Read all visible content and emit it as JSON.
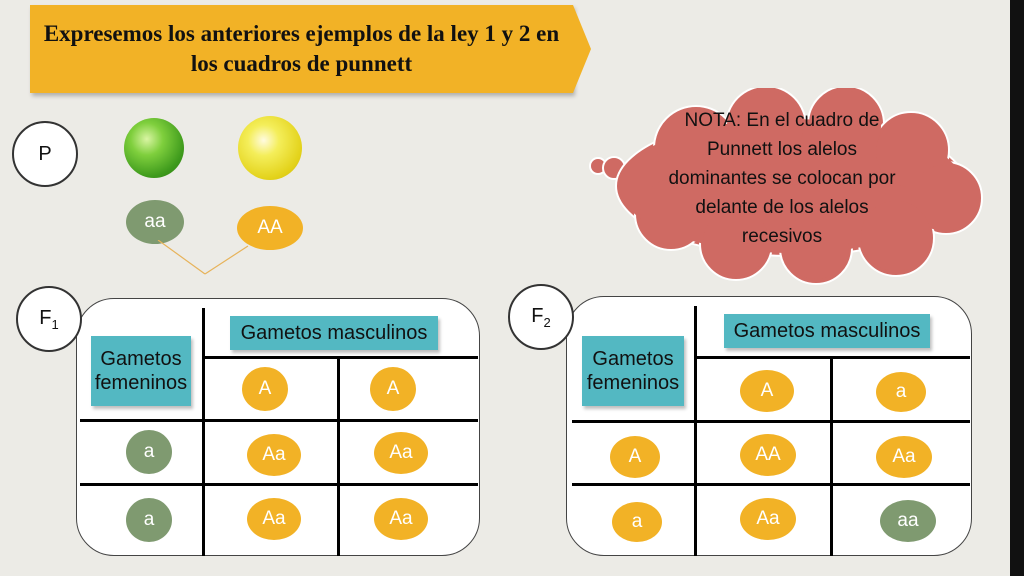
{
  "title": {
    "line1": "Expresemos los anteriores ejemplos de la ley 1 y 2 en",
    "line2": "los cuadros de punnett"
  },
  "parents": {
    "label": "P",
    "green_genotype": "aa",
    "yellow_genotype": "AA"
  },
  "note": {
    "line1": "NOTA: En el cuadro de",
    "line2": "Punnett los alelos",
    "line3": "dominantes se colocan por",
    "line4": "delante de los alelos",
    "line5": "recesivos"
  },
  "f1": {
    "label": "F",
    "label_sub": "1",
    "male_header": "Gametos masculinos",
    "female_header_1": "Gametos",
    "female_header_2": "femeninos",
    "male_gametes": [
      "A",
      "A"
    ],
    "female_gametes": [
      "a",
      "a"
    ],
    "cells": [
      [
        "Aa",
        "Aa"
      ],
      [
        "Aa",
        "Aa"
      ]
    ]
  },
  "f2": {
    "label": "F",
    "label_sub": "2",
    "male_header": "Gametos masculinos",
    "female_header_1": "Gametos",
    "female_header_2": "femeninos",
    "male_gametes": [
      "A",
      "a"
    ],
    "female_gametes": [
      "A",
      "a"
    ],
    "cells": [
      [
        "AA",
        "Aa"
      ],
      [
        "Aa",
        "aa"
      ]
    ]
  },
  "colors": {
    "orange": "#f2b226",
    "green": "#7f9a70",
    "teal": "#53b8c2",
    "cloud": "#cf6a63"
  }
}
